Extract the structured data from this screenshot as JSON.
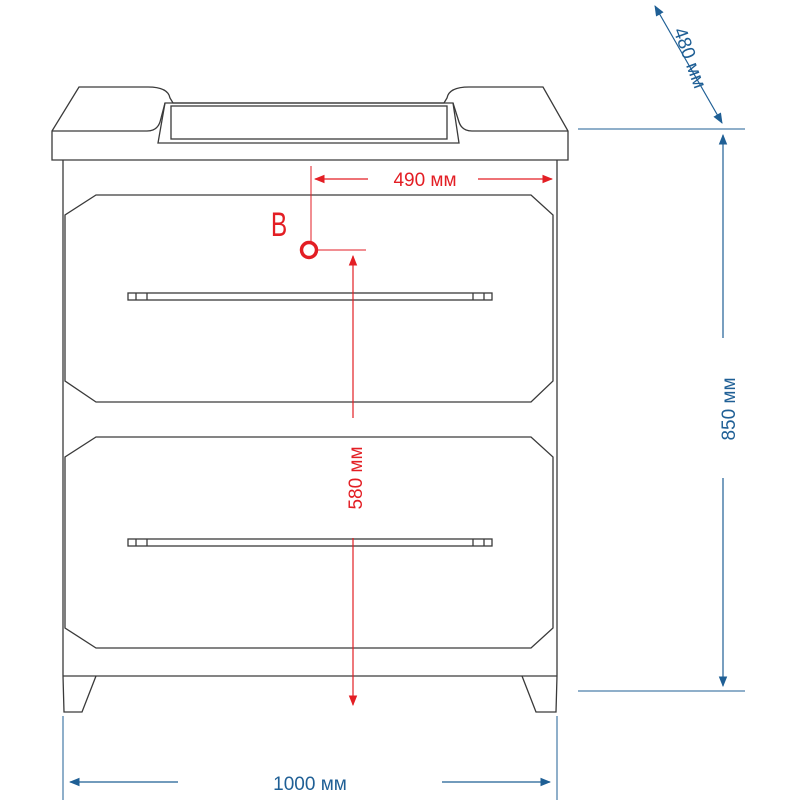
{
  "colors": {
    "furniture": "#3a3a3a",
    "dimension_blue": "#1f5f95",
    "dimension_red": "#e31e24"
  },
  "dimensions": {
    "width_label": "1000 мм",
    "height_label": "850 мм",
    "depth_label": "480 мм",
    "water_point_horizontal_label": "490 мм",
    "water_point_vertical_label": "580 мм"
  },
  "water_point": {
    "letter": "В"
  }
}
